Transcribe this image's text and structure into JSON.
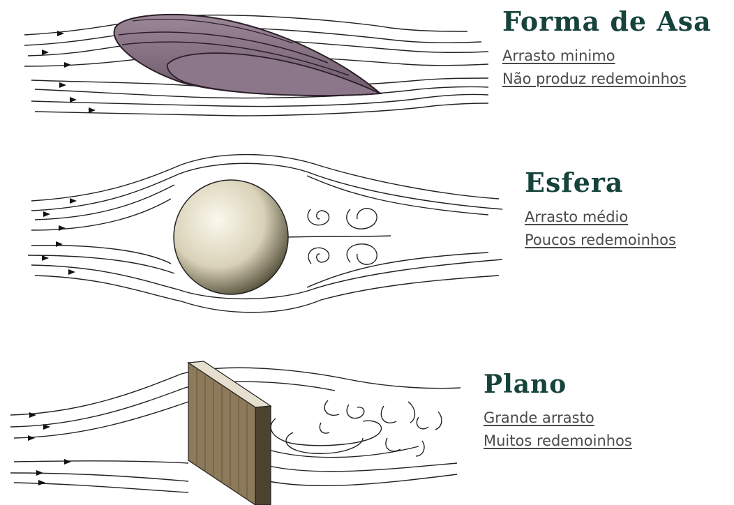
{
  "sections": [
    {
      "id": "wing",
      "title": "Forma de Asa",
      "lines": [
        "Arrasto minimo",
        "Não produz redemoinhos"
      ]
    },
    {
      "id": "sphere",
      "title": "Esfera",
      "lines": [
        "Arrasto médio",
        "Poucos redemoinhos"
      ]
    },
    {
      "id": "plate",
      "title": "Plano",
      "lines": [
        "Grande arrasto",
        "Muitos redemoinhos"
      ]
    }
  ],
  "colors": {
    "title": "#16433a",
    "text": "#4a4a4a",
    "wing_fill": "#8a7485",
    "sphere_fill": "#e8e2d0",
    "plate_fill": "#8c7a5a",
    "streamline": "#222222"
  }
}
